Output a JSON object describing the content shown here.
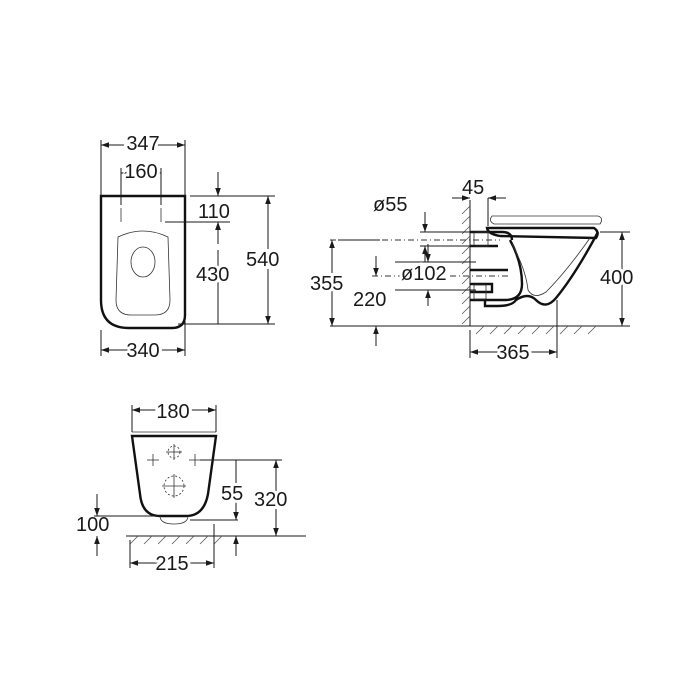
{
  "top_view": {
    "width_overall": "347",
    "fixing_spacing": "160",
    "fixing_offset": "110",
    "fixing_length": "430",
    "length_overall": "540",
    "width_body": "340"
  },
  "side_view": {
    "inlet_diameter": "ø55",
    "wall_gap": "45",
    "outlet_diameter": "ø102",
    "inlet_height": "355",
    "outlet_height": "220",
    "rim_height": "400",
    "outlet_projection": "365"
  },
  "rear_view": {
    "fixing_spacing": "180",
    "outlet_offset": "55",
    "fixing_height": "320",
    "outlet_floor_height": "100",
    "outlet_width": "215"
  }
}
